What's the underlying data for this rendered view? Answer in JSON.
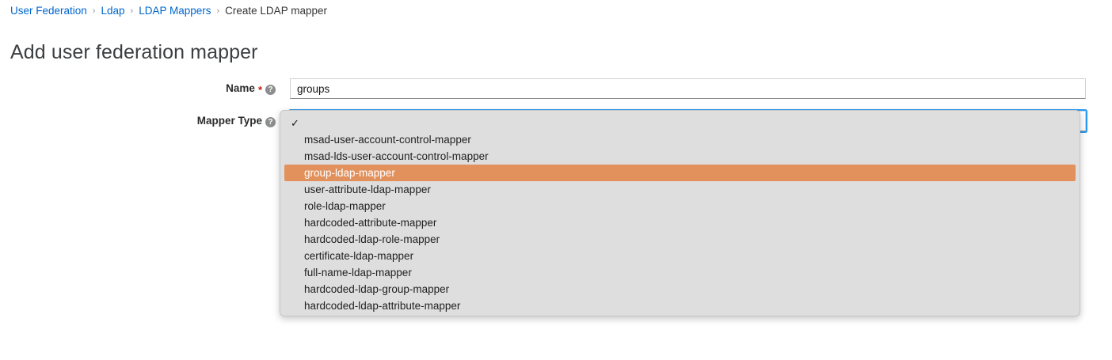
{
  "breadcrumb": {
    "separator": "›",
    "items": [
      {
        "label": "User Federation",
        "current": false
      },
      {
        "label": "Ldap",
        "current": false
      },
      {
        "label": "LDAP Mappers",
        "current": false
      },
      {
        "label": "Create LDAP mapper",
        "current": true
      }
    ]
  },
  "page": {
    "title": "Add user federation mapper"
  },
  "form": {
    "name_field": {
      "label": "Name",
      "required_marker": "*",
      "help_glyph": "?",
      "value": "groups",
      "placeholder": ""
    },
    "mapper_type_field": {
      "label": "Mapper Type",
      "help_glyph": "?",
      "selected_value": "",
      "check_glyph": "✓",
      "options": [
        "",
        "msad-user-account-control-mapper",
        "msad-lds-user-account-control-mapper",
        "group-ldap-mapper",
        "user-attribute-ldap-mapper",
        "role-ldap-mapper",
        "hardcoded-attribute-mapper",
        "hardcoded-ldap-role-mapper",
        "certificate-ldap-mapper",
        "full-name-ldap-mapper",
        "hardcoded-ldap-group-mapper",
        "hardcoded-ldap-attribute-mapper"
      ],
      "highlighted_option": "group-ldap-mapper"
    }
  },
  "colors": {
    "link": "#0066CC",
    "required": "#C9190B",
    "highlight": "#E3915C",
    "dropdown_bg": "#DEDEDE",
    "focus_ring": "#2B9AF3"
  }
}
